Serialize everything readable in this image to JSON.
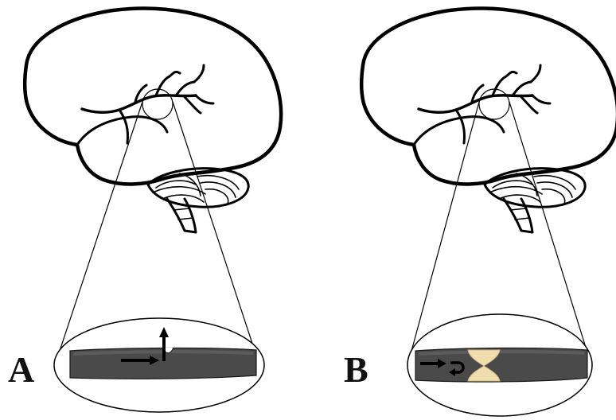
{
  "panels": [
    {
      "id": "A",
      "label": "A",
      "condition_icon": "vessel-rupture",
      "arrows": [
        "flow-arrow-right",
        "leak-arrow-up"
      ]
    },
    {
      "id": "B",
      "label": "B",
      "condition_icon": "vessel-blockage",
      "arrows": [
        "flow-arrow-right",
        "flow-arrow-hooked"
      ]
    }
  ],
  "colors": {
    "outline": "#000000",
    "vessel": "#4a4a4a",
    "vessel_highlight": "#5c5c5c",
    "clot": "#f1deae"
  }
}
